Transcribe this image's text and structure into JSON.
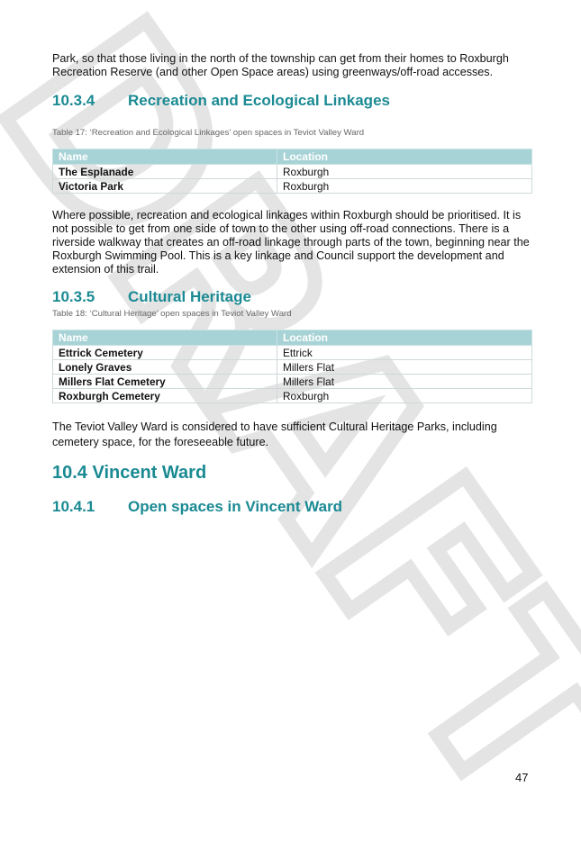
{
  "intro_paragraph": "Park, so that those living in the north of the township can get from their homes to Roxburgh Recreation Reserve (and other Open Space areas) using greenways/off-road accesses.",
  "section_1034": {
    "number": "10.3.4",
    "title": "Recreation and Ecological Linkages",
    "caption": "Table 17: ‘Recreation and Ecological Linkages’ open spaces in Teviot Valley Ward",
    "headers": [
      "Name",
      "Location"
    ],
    "rows": [
      {
        "name": "The Esplanade",
        "location": "Roxburgh"
      },
      {
        "name": "Victoria Park",
        "location": "Roxburgh"
      }
    ],
    "paragraph": "Where possible, recreation and ecological linkages within Roxburgh should be prioritised. It is not possible to get from one side of town to the other using off-road connections. There is a riverside walkway that creates an off-road linkage through parts of the town, beginning near the Roxburgh Swimming Pool. This is a key linkage and Council support the development and extension of this trail."
  },
  "section_1035": {
    "number": "10.3.5",
    "title": "Cultural Heritage",
    "caption": "Table 18: ‘Cultural Heritage’ open spaces in Teviot Valley Ward",
    "headers": [
      "Name",
      "Location"
    ],
    "rows": [
      {
        "name": "Ettrick Cemetery",
        "location": "Ettrick"
      },
      {
        "name": "Lonely Graves",
        "location": "Millers Flat"
      },
      {
        "name": "Millers Flat Cemetery",
        "location": "Millers Flat"
      },
      {
        "name": "Roxburgh Cemetery",
        "location": "Roxburgh"
      }
    ],
    "paragraph": "The Teviot Valley Ward is considered to have sufficient Cultural Heritage Parks, including cemetery space, for the foreseeable future."
  },
  "section_104": {
    "title": "10.4 Vincent Ward"
  },
  "section_1041": {
    "number": "10.4.1",
    "title": "Open spaces in Vincent Ward"
  },
  "watermark": "DRAFT",
  "page_number": "47",
  "colors": {
    "heading": "#1b8a93",
    "table_header": "#a8d3d6",
    "watermark": "#d6d6d6"
  }
}
